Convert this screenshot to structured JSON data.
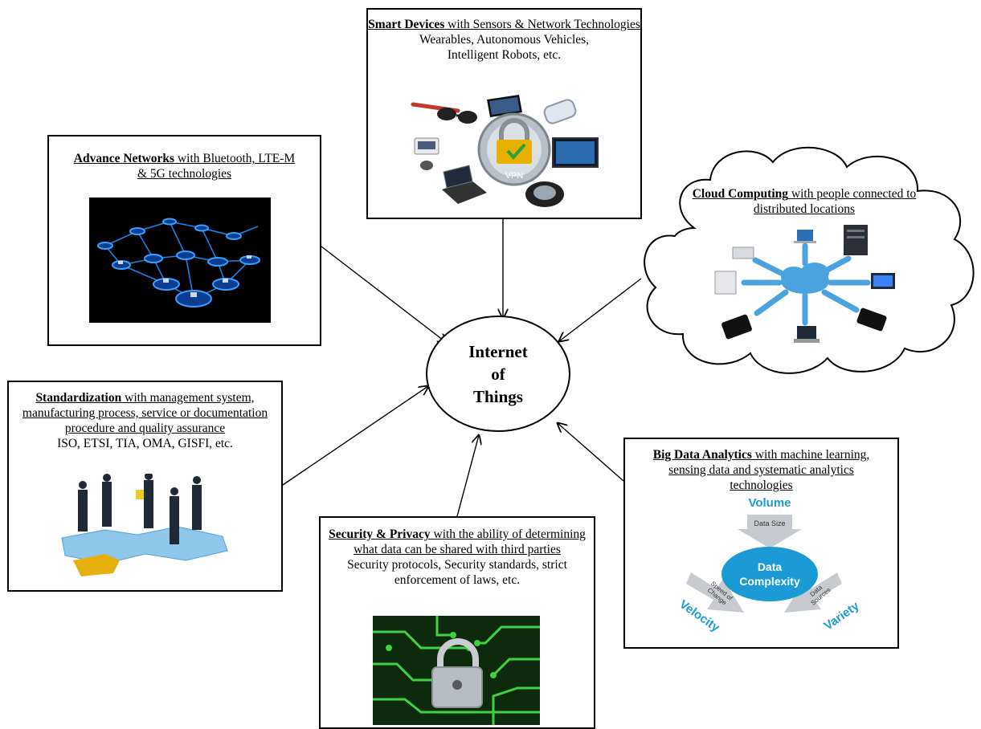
{
  "center": {
    "line1": "Internet",
    "line2": "of",
    "line3": "Things"
  },
  "nodes": {
    "smart_devices": {
      "title": "Smart Devices",
      "title_rest": " with Sensors & Network Technologies",
      "sub": "Wearables, Autonomous Vehicles, Intelligent Robots, etc.",
      "badge": "VPN"
    },
    "advance_networks": {
      "title": "Advance Networks",
      "title_rest": " with Bluetooth, LTE-M & 5G technologies"
    },
    "cloud_computing": {
      "title": "Cloud Computing",
      "title_rest": " with people connected to distributed locations"
    },
    "standardization": {
      "title": "Standardization",
      "title_rest": " with management system, manufacturing process, service or documentation procedure and quality assurance",
      "sub": "ISO, ETSI, TIA, OMA, GISFI, etc."
    },
    "big_data": {
      "title": "Big Data Analytics",
      "title_rest": " with machine learning, sensing data and systematic analytics technologies",
      "volume": "Volume",
      "data_size": "Data Size",
      "core_line1": "Data",
      "core_line2": "Complexity",
      "velocity": "Velocity",
      "speed_line1": "Speed of",
      "speed_line2": "Change",
      "variety": "Variety",
      "sources_line1": "Data",
      "sources_line2": "Sources"
    },
    "security": {
      "title": "Security & Privacy",
      "title_rest": " with the ability of determining what data can be shared with third parties",
      "sub": "Security protocols, Security standards, strict enforcement of laws, etc."
    }
  },
  "colors": {
    "network_glow": "#1e90ff",
    "cloud_arrow": "#4aa3df",
    "bigdata_blue": "#1b9ad6",
    "circuit_green": "#3fd13f"
  }
}
